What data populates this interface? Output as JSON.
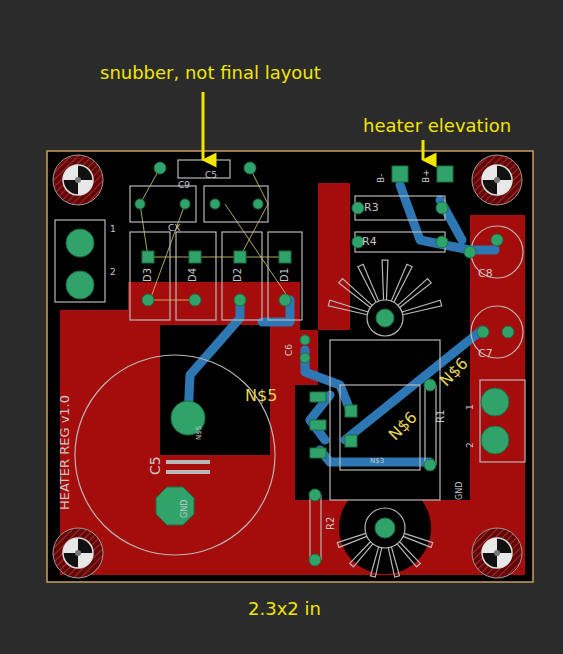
{
  "diagram": {
    "labels": [
      "snubber, not final layout",
      "heater elevation",
      "2.3x2 in",
      "C5",
      "C9",
      "CX",
      "1",
      "2",
      "D3",
      "D4",
      "D2",
      "D1",
      "R3",
      "R4",
      "B-",
      "B+",
      "C8",
      "C7",
      "C6",
      "N$5",
      "N$5",
      "N$6",
      "N$6",
      "R1",
      "R2",
      "C5",
      "HEATER REG v1.0",
      "GND",
      "GND",
      "N$3",
      "1",
      "2"
    ]
  }
}
